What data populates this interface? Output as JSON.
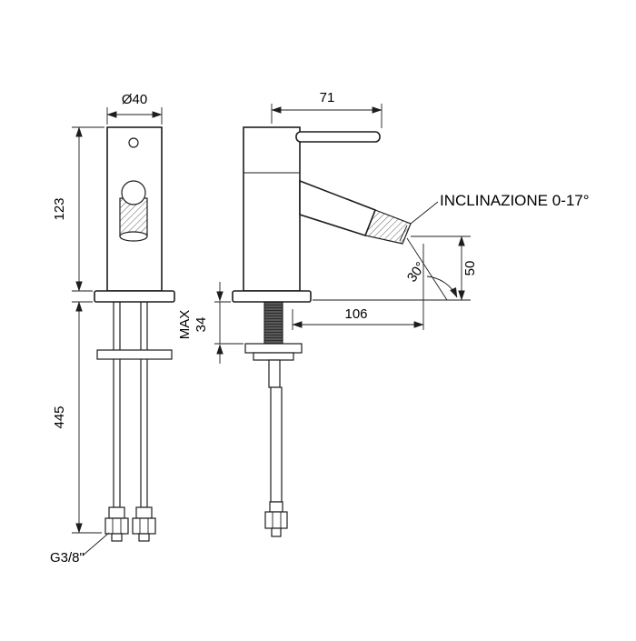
{
  "ink_color": "#1d1d1d",
  "dims": {
    "diameter": "Ø40",
    "lever_reach": "71",
    "body_height": "123",
    "supply_length": "445",
    "max_label": "MAX",
    "max_thickness": "34",
    "spout_reach": "106",
    "spout_angle": "30°",
    "outlet_height": "50",
    "inclination_note": "INCLINAZIONE 0-17°",
    "thread_size": "G3/8\""
  }
}
